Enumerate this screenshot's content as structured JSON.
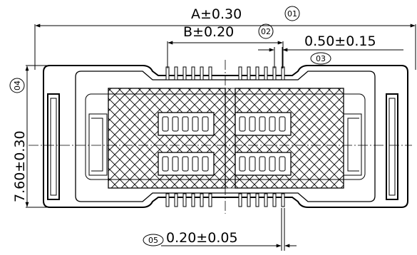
{
  "dimensions": {
    "a": {
      "text": "A±0.30",
      "ref": "01"
    },
    "b": {
      "text": "B±0.20",
      "ref": "02"
    },
    "pitch": {
      "text": "0.50±0.15",
      "ref": "03"
    },
    "height": {
      "text": "7.60±0.30",
      "ref": "04"
    },
    "pin_width": {
      "text": "0.20±0.05",
      "ref": "05"
    }
  }
}
